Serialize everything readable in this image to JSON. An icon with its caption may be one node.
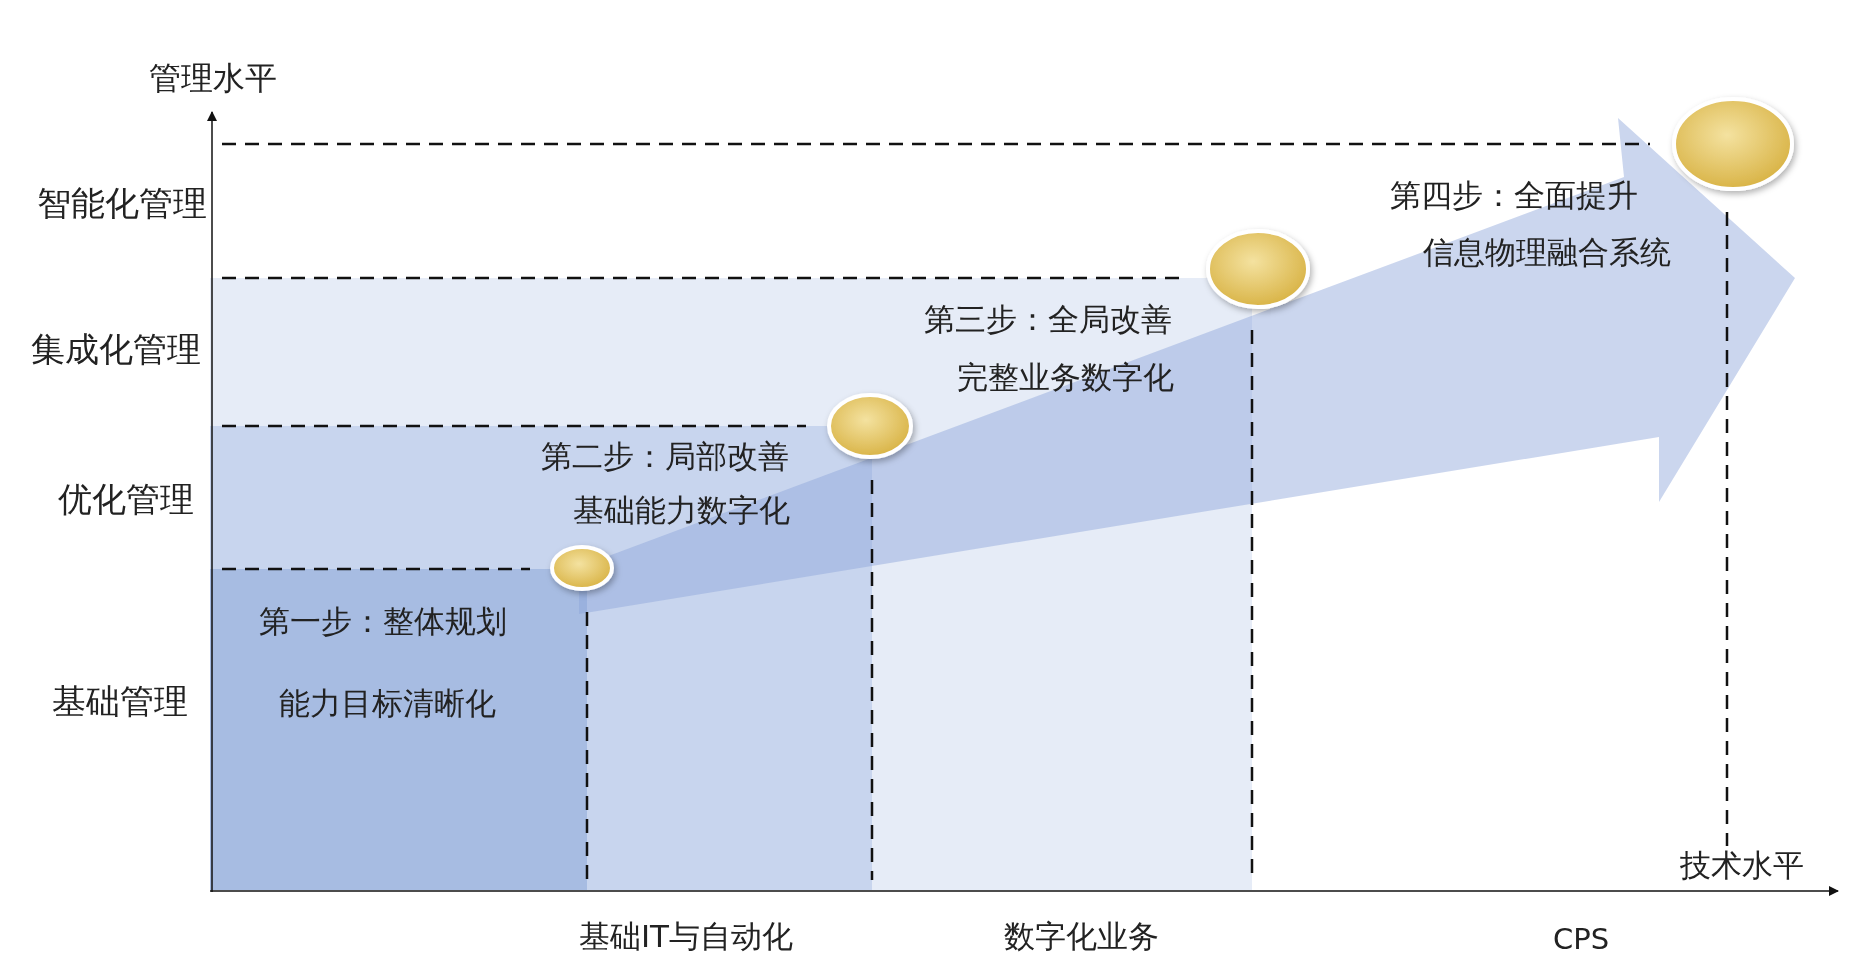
{
  "diagram": {
    "nodes": [
      {
        "text": [],
        "shape": "circle"
      },
      {
        "text": [],
        "shape": "circle"
      },
      {
        "text": [],
        "shape": "circle"
      },
      {
        "text": [],
        "shape": "circle"
      }
    ],
    "labels": [
      "管理水平",
      "智能化管理",
      "第四步：全面提升",
      "信息物理融合系统",
      "集成化管理",
      "第三步：全局改善",
      "完整业务数字化",
      "优化管理",
      "第二步：局部改善",
      "基础能力数字化",
      "第一步：整体规划",
      "基础管理",
      "能力目标清晰化",
      "技术水平",
      "基础IT与自动化",
      "数字化业务",
      "CPS"
    ]
  }
}
